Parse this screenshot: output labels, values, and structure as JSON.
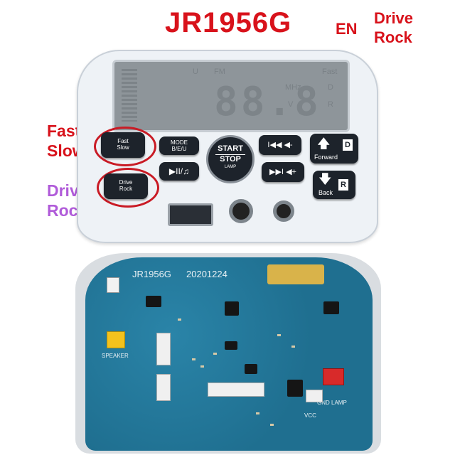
{
  "header": {
    "model": "JR1956G",
    "lang": "EN",
    "mode_line1": "Drive",
    "mode_line2": "Rock"
  },
  "labels": {
    "fast": "Fast",
    "slow": "Slow",
    "drive": "Drive",
    "rock": "Rock"
  },
  "lcd": {
    "digits": "88.8",
    "icon_fm": "FM",
    "icon_mhz": "MHz",
    "icon_fast": "Fast",
    "icon_d": "D",
    "icon_r": "R",
    "icon_v": "V",
    "icon_u": "U"
  },
  "buttons": {
    "speed": {
      "line1": "Fast",
      "line2": "Slow"
    },
    "mode": {
      "line1": "MODE",
      "line2": "B/E/U"
    },
    "playpause": "▶II/♫",
    "start_top": "START",
    "start_bottom": "STOP",
    "start_lamp": "LAMP",
    "prev": "I◀◀ ◀-",
    "next": "▶▶I ◀+",
    "forward": {
      "label": "Forward",
      "key": "D"
    },
    "drive_rock": {
      "line1": "Drive",
      "line2": "Rock"
    },
    "back": {
      "label": "Back",
      "key": "R"
    }
  },
  "board": {
    "model": "JR1956G",
    "date": "20201224",
    "speaker": "SPEAKER",
    "gnd_lamp": "GND LAMP",
    "vcc": "VCC",
    "plus": "+",
    "minus": "-"
  },
  "colors": {
    "accent_red": "#d8121b",
    "drive_purple": "#b05bd9",
    "pcb_blue": "#1f6f90"
  }
}
